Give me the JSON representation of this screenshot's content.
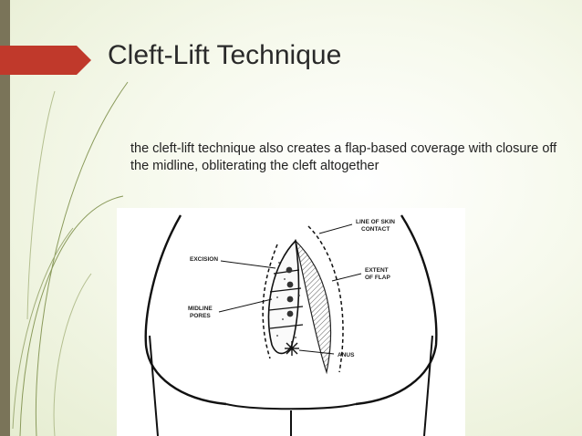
{
  "slide": {
    "title": "Cleft-Lift Technique",
    "body": "the cleft-lift technique also creates a flap-based coverage with closure off the midline, obliterating the cleft altogether",
    "accent_color": "#c0392b",
    "bar_color": "#7a7459"
  },
  "figure": {
    "labels": {
      "skin_contact_1": "LINE OF SKIN",
      "skin_contact_2": "CONTACT",
      "excision": "EXCISION",
      "extent_1": "EXTENT",
      "extent_2": "OF FLAP",
      "midline_1": "MIDLINE",
      "midline_2": "PORES",
      "anus": "ANUS"
    }
  }
}
